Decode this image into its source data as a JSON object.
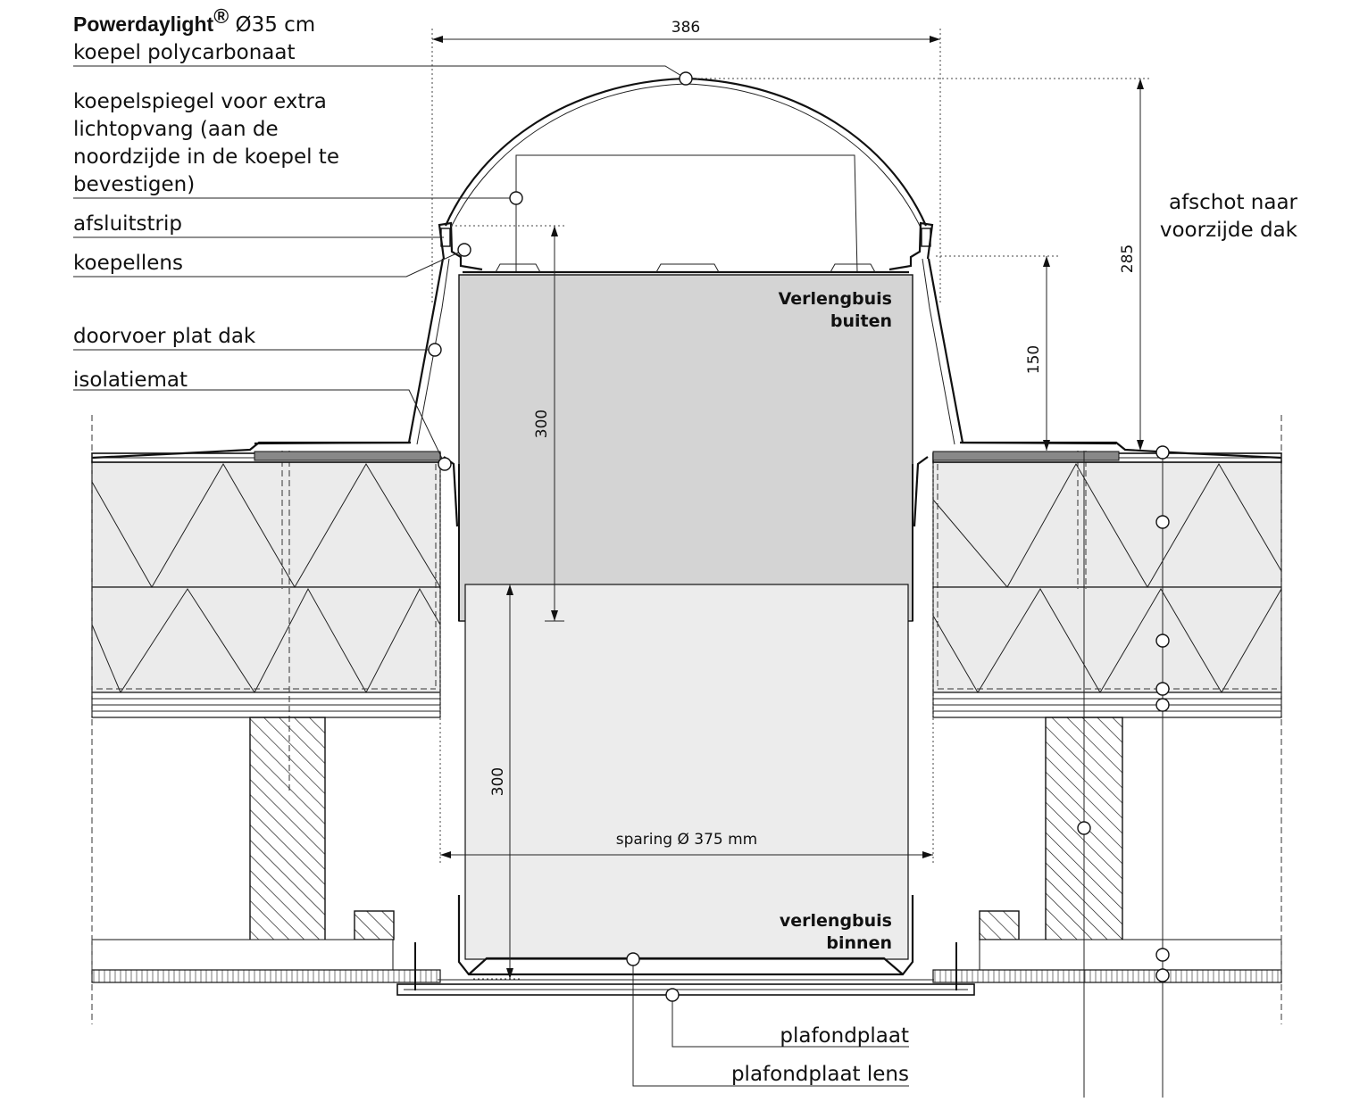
{
  "title": {
    "brand": "Powerdaylight",
    "reg": "®",
    "size": " Ø35 cm"
  },
  "labels": {
    "koepel": "koepel polycarbonaat",
    "spiegel_1": "koepelspiegel voor extra",
    "spiegel_2": "lichtopvang (aan de",
    "spiegel_3": "noordzijde in de koepel te",
    "spiegel_4": "bevestigen)",
    "afsluitstrip": "afsluitstrip",
    "koepellens": "koepellens",
    "doorvoer": "doorvoer plat dak",
    "isolatiemat": "isolatiemat",
    "afschot_1": "afschot naar",
    "afschot_2": "voorzijde dak",
    "verleng_buiten_1": "Verlengbuis",
    "verleng_buiten_2": "buiten",
    "verleng_binnen_1": "verlengbuis",
    "verleng_binnen_2": "binnen",
    "plafondplaat": "plafondplaat",
    "plafondplaat_lens": "plafondplaat lens"
  },
  "dimensions": {
    "width_top": "386",
    "height_total": "285",
    "height_upstand": "150",
    "tube_outer_length": "300",
    "tube_inner_length": "300",
    "sparing": "sparing Ø 375 mm"
  }
}
